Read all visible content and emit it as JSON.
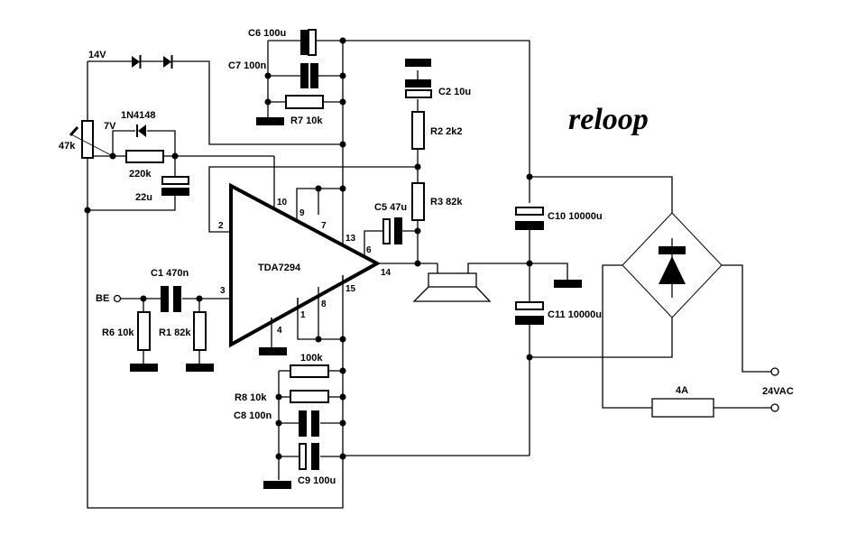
{
  "title": "TDA7294 amplifier schematic",
  "brand": "reloop",
  "ic": {
    "name": "TDA7294",
    "pins": [
      "1",
      "2",
      "3",
      "4",
      "6",
      "7",
      "8",
      "9",
      "10",
      "13",
      "14",
      "15"
    ]
  },
  "labels": {
    "v14": "14V",
    "v7": "7V",
    "diode": "1N4148",
    "pot": "47k",
    "r220": "220k",
    "c22": "22u",
    "c6": "C6 100u",
    "c7": "C7 100n",
    "r7": "R7 10k",
    "c2": "C2 10u",
    "r2": "R2 2k2",
    "r3": "R3 82k",
    "c5": "C5 47u",
    "c10": "C10 10000u",
    "c11": "C11 10000u",
    "c1": "C1 470n",
    "be": "BE",
    "r6": "R6 10k",
    "r1": "R1 82k",
    "r100k": "100k",
    "r8": "R8 10k",
    "c8": "C8 100n",
    "c9": "C9 100u",
    "fuse": "4A",
    "vac": "24VAC"
  }
}
